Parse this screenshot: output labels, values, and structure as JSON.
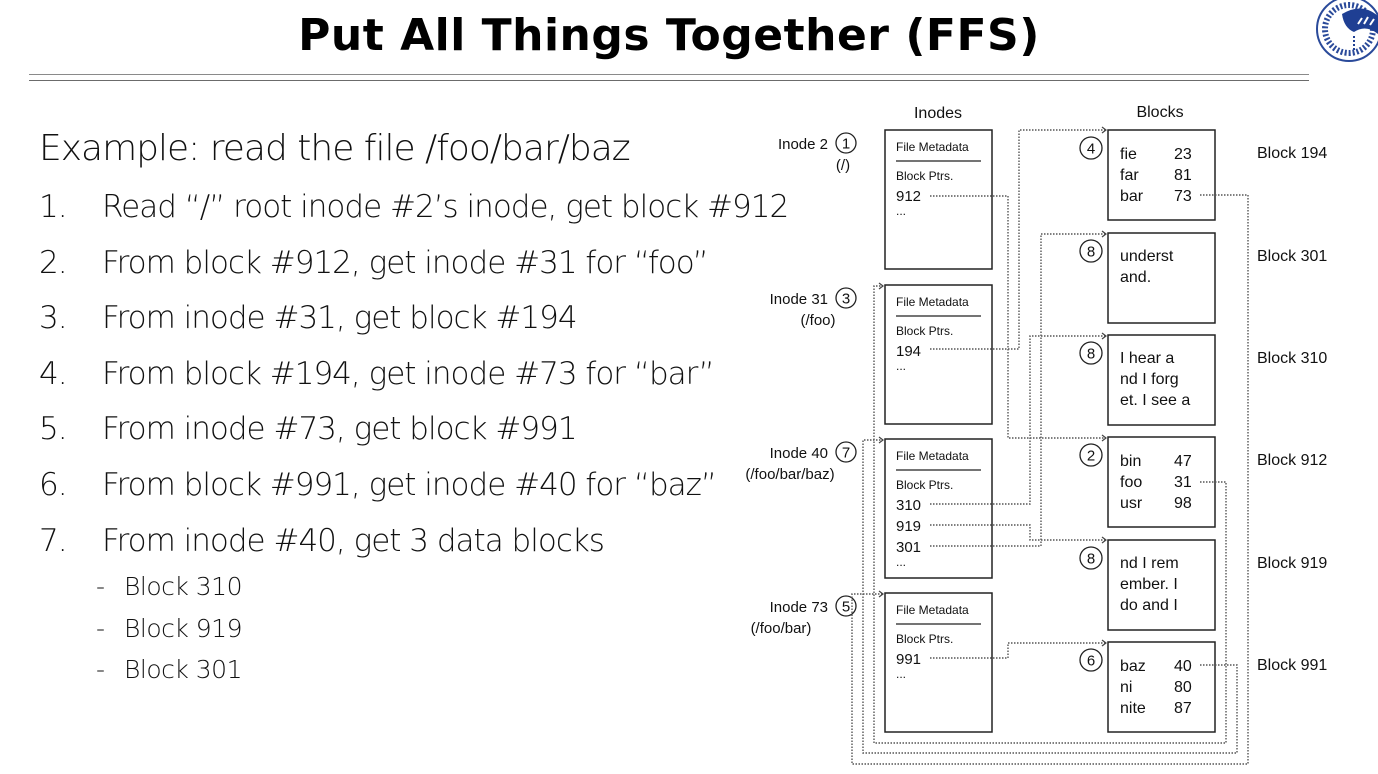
{
  "slide": {
    "title": "Put All Things Together (FFS)",
    "logo_icon": "university-emblem-icon"
  },
  "content": {
    "heading": "Example: read the file /foo/bar/baz",
    "steps": [
      {
        "num": "1.",
        "text": "Read “/” root inode #2’s inode, get block #912"
      },
      {
        "num": "2.",
        "text": "From block #912, get inode #31 for “foo”"
      },
      {
        "num": "3.",
        "text": "From inode #31, get block #194"
      },
      {
        "num": "4.",
        "text": "From block #194, get inode #73 for “bar”"
      },
      {
        "num": "5.",
        "text": "From inode #73, get block #991"
      },
      {
        "num": "6.",
        "text": "From block #991, get inode #40 for “baz”"
      },
      {
        "num": "7.",
        "text": "From inode #40, get 3 data blocks"
      }
    ],
    "substeps": [
      {
        "dash": "-",
        "text": "Block 310"
      },
      {
        "dash": "-",
        "text": "Block 919"
      },
      {
        "dash": "-",
        "text": "Block 301"
      }
    ]
  },
  "diagram": {
    "inodes_header": "Inodes",
    "blocks_header": "Blocks",
    "metadata_label": "File Metadata",
    "ptrs_label": "Block Ptrs.",
    "ellipsis": "...",
    "inodes": [
      {
        "label": "Inode 2",
        "path": "(/)",
        "step": "1",
        "ptrs": [
          "912"
        ]
      },
      {
        "label": "Inode 31",
        "path": "(/foo)",
        "step": "3",
        "ptrs": [
          "194"
        ]
      },
      {
        "label": "Inode 40",
        "path": "(/foo/bar/baz)",
        "step": "7",
        "ptrs": [
          "310",
          "919",
          "301"
        ]
      },
      {
        "label": "Inode 73",
        "path": "(/foo/bar)",
        "step": "5",
        "ptrs": [
          "991"
        ]
      }
    ],
    "blocks": [
      {
        "label": "Block 194",
        "step": "4",
        "kind": "dir",
        "entries": [
          {
            "name": "fie",
            "inode": "23"
          },
          {
            "name": "far",
            "inode": "81"
          },
          {
            "name": "bar",
            "inode": "73"
          }
        ]
      },
      {
        "label": "Block 301",
        "step": "8",
        "kind": "data",
        "lines": [
          "underst",
          "and."
        ]
      },
      {
        "label": "Block 310",
        "step": "8",
        "kind": "data",
        "lines": [
          "I hear a",
          "nd I forg",
          "et. I see a"
        ]
      },
      {
        "label": "Block 912",
        "step": "2",
        "kind": "dir",
        "entries": [
          {
            "name": "bin",
            "inode": "47"
          },
          {
            "name": "foo",
            "inode": "31"
          },
          {
            "name": "usr",
            "inode": "98"
          }
        ]
      },
      {
        "label": "Block 919",
        "step": "8",
        "kind": "data",
        "lines": [
          "nd I rem",
          "ember. I",
          "do and I"
        ]
      },
      {
        "label": "Block 991",
        "step": "6",
        "kind": "dir",
        "entries": [
          {
            "name": "baz",
            "inode": "40"
          },
          {
            "name": "ni",
            "inode": "80"
          },
          {
            "name": "nite",
            "inode": "87"
          }
        ]
      }
    ]
  }
}
